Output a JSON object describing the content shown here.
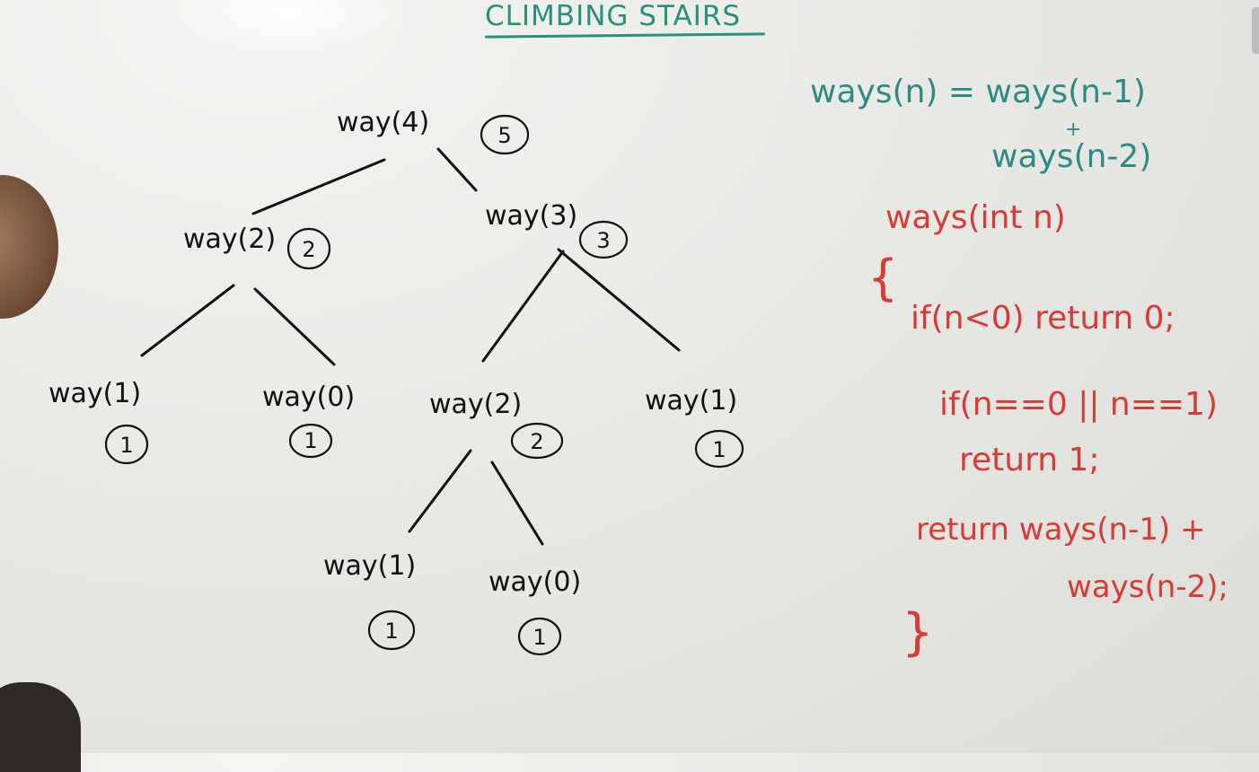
{
  "title": "CLIMBING STAIRS",
  "tree": {
    "nodes": [
      {
        "label": "way(4)",
        "value": "5"
      },
      {
        "label": "way(2)",
        "value": "2"
      },
      {
        "label": "way(3)",
        "value": "3"
      },
      {
        "label": "way(1)",
        "value": "1"
      },
      {
        "label": "way(0)",
        "value": "1"
      },
      {
        "label": "way(2)",
        "value": "2"
      },
      {
        "label": "way(1)",
        "value": "1"
      },
      {
        "label": "way(1)",
        "value": "1"
      },
      {
        "label": "way(0)",
        "value": "1"
      }
    ]
  },
  "recurrence": {
    "line1": "ways(n) = ways(n-1)",
    "plus": "+",
    "line2": "ways(n-2)"
  },
  "code": {
    "signature": "ways(int n)",
    "open_brace": "{",
    "line1": "if(n<0) return 0;",
    "line2": "if(n==0 || n==1)",
    "line3": "return 1;",
    "line4": "return ways(n-1) +",
    "line5": "ways(n-2);",
    "close_brace": "}"
  },
  "colors": {
    "ink": "#111111",
    "teal": "#2b8c85",
    "red": "#d83a35"
  }
}
